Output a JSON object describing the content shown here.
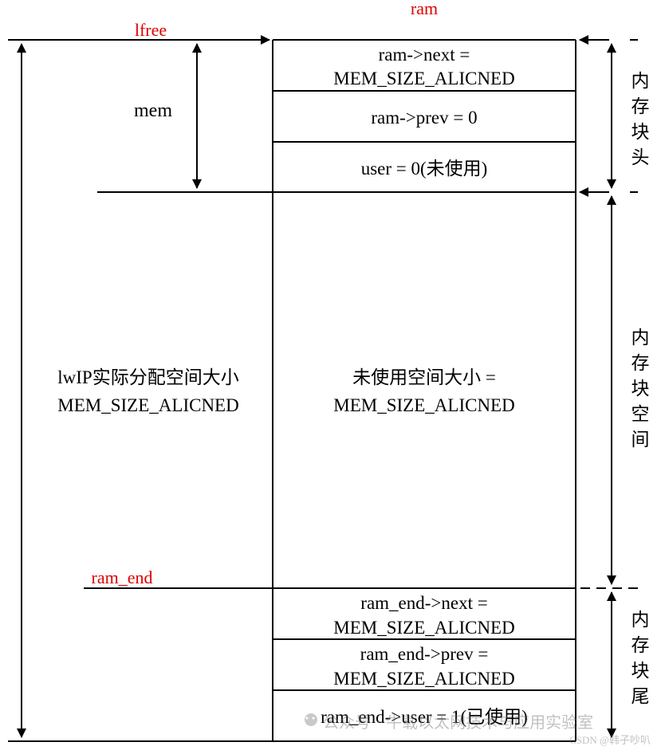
{
  "labels": {
    "ram": "ram",
    "lfree": "lfree",
    "mem": "mem",
    "ram_end": "ram_end"
  },
  "blocks": {
    "next_line1": "ram->next =",
    "next_line2": "MEM_SIZE_ALICNED",
    "prev": "ram->prev = 0",
    "user": "user = 0(未使用)",
    "unused_line1": "未使用空间大小 =",
    "unused_line2": "MEM_SIZE_ALICNED",
    "end_next_line1": "ram_end->next =",
    "end_next_line2": "MEM_SIZE_ALICNED",
    "end_prev_line1": "ram_end->prev =",
    "end_prev_line2": "MEM_SIZE_ALICNED",
    "end_user": "ram_end->user = 1(已使用)"
  },
  "left": {
    "line1": "lwIP实际分配空间大小",
    "line2": "MEM_SIZE_ALICNED"
  },
  "right": {
    "header": [
      "内",
      "存",
      "块",
      "头"
    ],
    "space": [
      "内",
      "存",
      "块",
      "空",
      "间"
    ],
    "tail": [
      "内",
      "存",
      "块",
      "尾"
    ]
  },
  "watermark": {
    "text": "公众号 · 牛载以太网技术与应用实验室",
    "credit": "CSDN @韩子吵叭"
  },
  "colors": {
    "label_red": "#e00000",
    "line": "#000000"
  }
}
